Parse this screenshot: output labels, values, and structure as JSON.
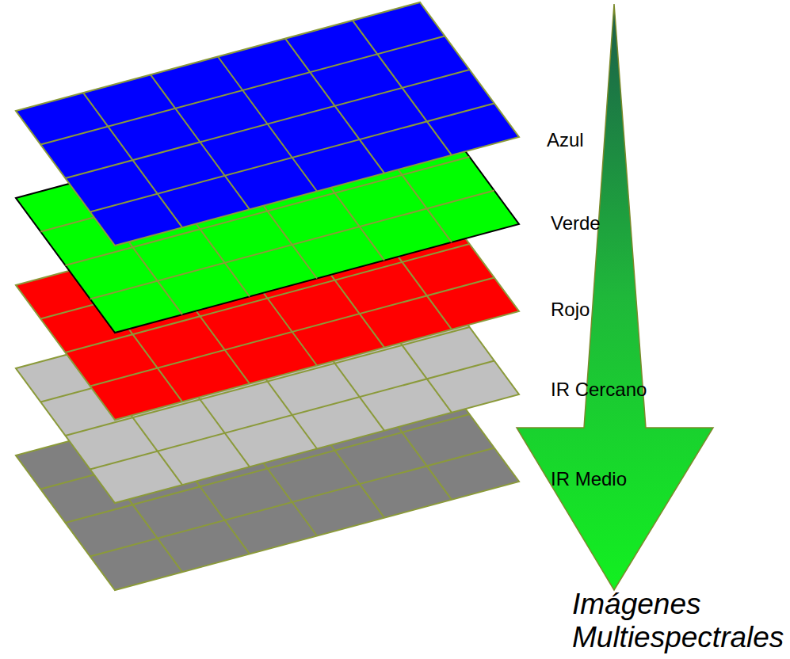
{
  "diagram": {
    "caption": "Imágenes Multiespectrales",
    "labels": [
      "Azul",
      "Verde",
      "Rojo",
      "IR Cercano",
      "IR Medio"
    ]
  }
}
